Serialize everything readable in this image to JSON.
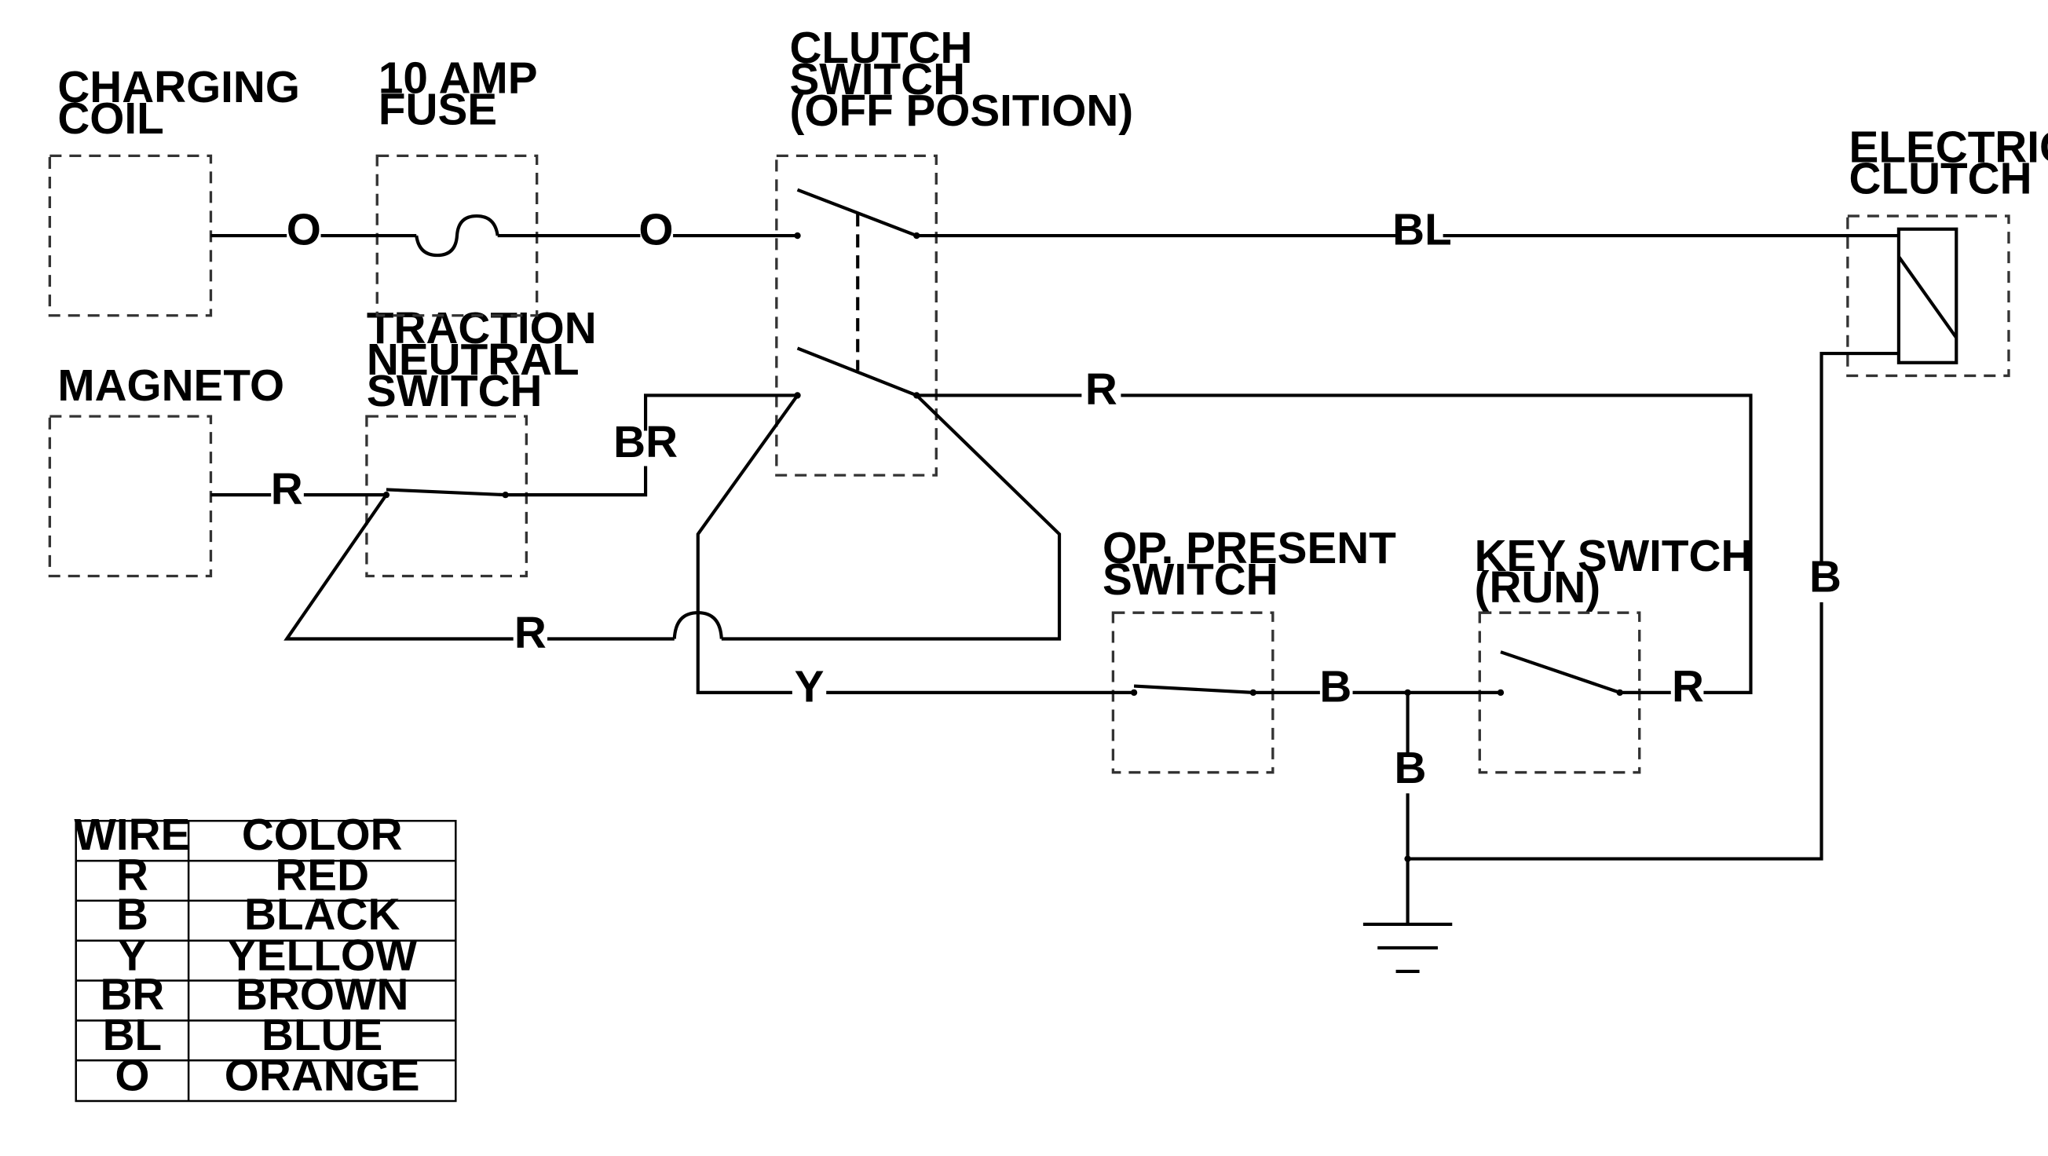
{
  "components": {
    "charging_coil": [
      "CHARGING",
      "COIL"
    ],
    "fuse": [
      "10 AMP",
      "FUSE"
    ],
    "clutch_switch": [
      "CLUTCH",
      "SWITCH",
      "(OFF POSITION)"
    ],
    "electric_clutch": [
      "ELECTRIC",
      "CLUTCH"
    ],
    "magneto": [
      "MAGNETO"
    ],
    "traction_neutral_switch": [
      "TRACTION",
      "NEUTRAL",
      "SWITCH"
    ],
    "op_present_switch": [
      "OP. PRESENT",
      "SWITCH"
    ],
    "key_switch": [
      "KEY SWITCH",
      "(RUN)"
    ]
  },
  "wire_labels": {
    "coil_to_fuse": "O",
    "fuse_to_clutch": "O",
    "clutch_to_electric": "BL",
    "magneto_to_traction": "R",
    "traction_to_clutch": "BR",
    "clutch_to_key": "R",
    "loop_bottom": "R",
    "clutch_to_op_present": "Y",
    "op_present_to_junction": "B",
    "junction_to_ground": "B",
    "key_to_clutch_return": "R",
    "electric_clutch_to_ground": "B"
  },
  "legend": {
    "headers": [
      "WIRE",
      "COLOR"
    ],
    "rows": [
      [
        "R",
        "RED"
      ],
      [
        "B",
        "BLACK"
      ],
      [
        "Y",
        "YELLOW"
      ],
      [
        "BR",
        "BROWN"
      ],
      [
        "BL",
        "BLUE"
      ],
      [
        "O",
        "ORANGE"
      ]
    ]
  }
}
